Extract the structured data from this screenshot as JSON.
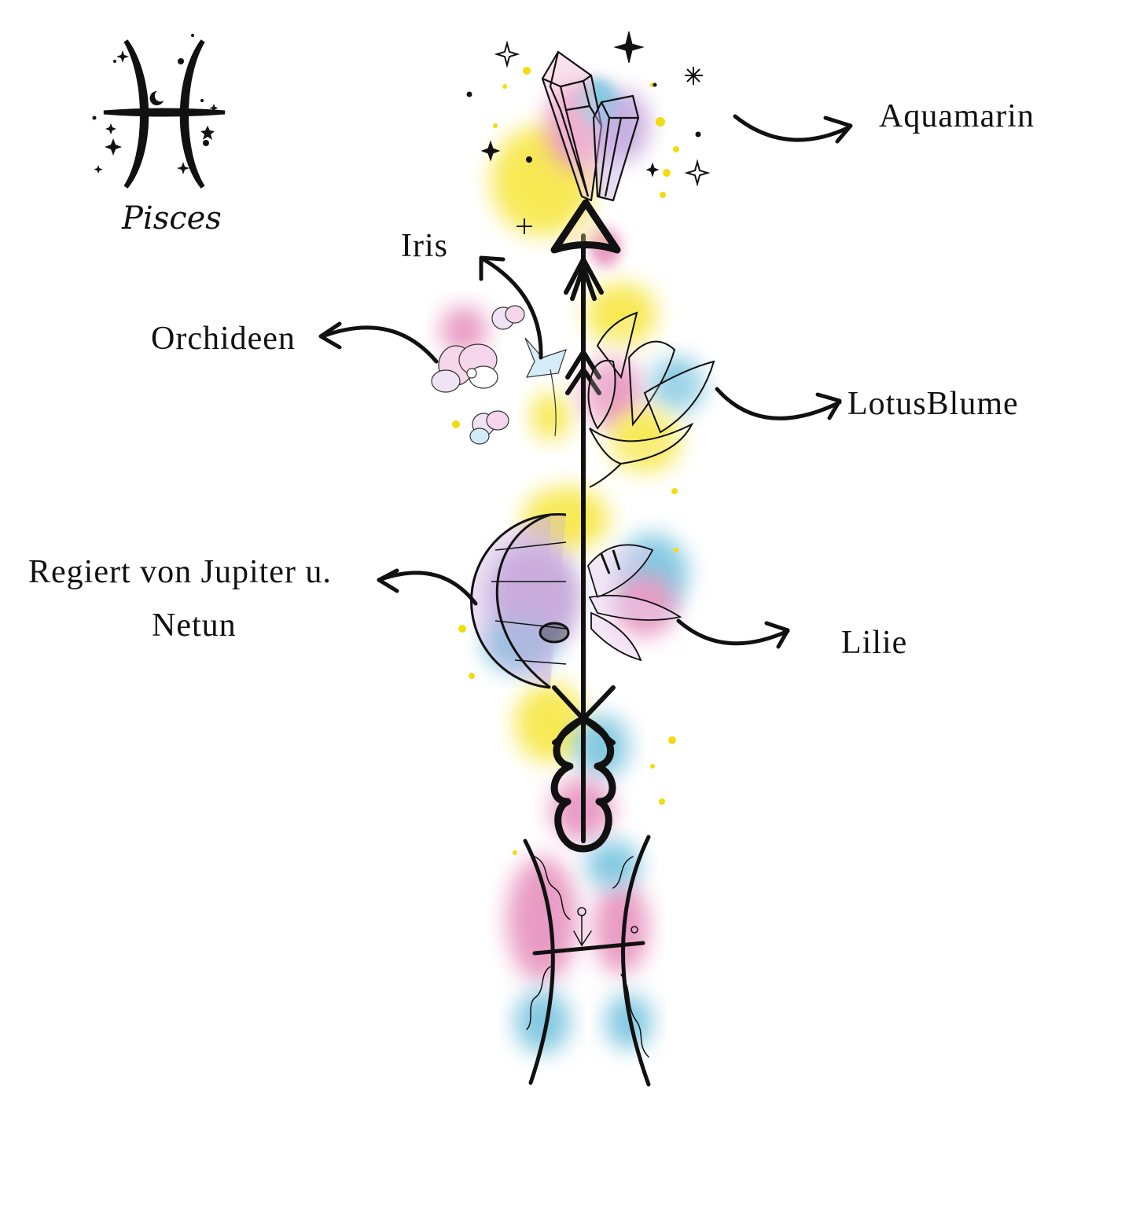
{
  "sign": {
    "symbol": "♓",
    "name": "Pisces"
  },
  "labels": {
    "aquamarin": "Aquamarin",
    "iris": "Iris",
    "orchideen": "Orchideen",
    "lotus": "LotusBlume",
    "ruler_line1": "Regiert von Jupiter u.",
    "ruler_line2": "Netun",
    "lilie": "Lilie"
  },
  "colors": {
    "ink": "#111111",
    "yellow": "#f5e21a",
    "pink": "#e27bb0",
    "blue": "#5bb7d8",
    "purple": "#b690d0",
    "background": "#ffffff"
  },
  "icons": {
    "header": "pisces-zodiac-icon",
    "crystal": "crystal-icon",
    "arrow": "arrow-icon",
    "orchid": "orchid-icon",
    "iris": "iris-flower-icon",
    "lotus": "lotus-flower-icon",
    "planet": "planet-icon",
    "lily": "lily-flower-icon",
    "feather": "feather-icon",
    "bottom_symbol": "pisces-vine-symbol-icon"
  }
}
